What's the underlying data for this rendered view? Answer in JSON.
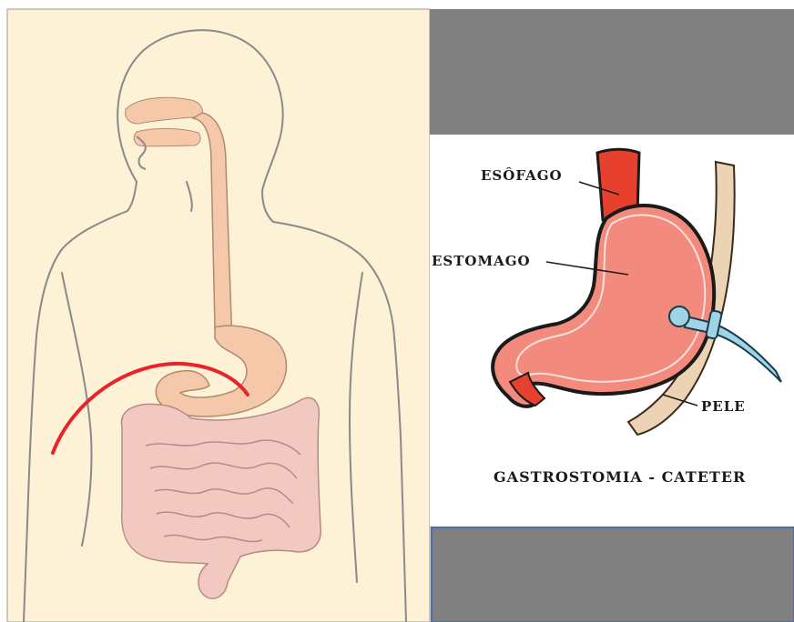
{
  "labels": {
    "esophagus": "ESÔFAGO",
    "stomach": "ESTOMAGO",
    "skin": "PELE",
    "caption": "GASTROSTOMIA - CATETER"
  },
  "colors": {
    "left_panel_bg": "#fdf1d6",
    "gray_panel": "#808080",
    "body_outline": "#8a8a8a",
    "organ_fill": "#f4c8a8",
    "intestine_fill": "#f2c9c0",
    "incision_line": "#e8242a",
    "stomach_fill": "#f28b7e",
    "esophagus_fill": "#e8402e",
    "skin_fill": "#ecd3b4",
    "catheter_fill": "#9fd4e6"
  }
}
